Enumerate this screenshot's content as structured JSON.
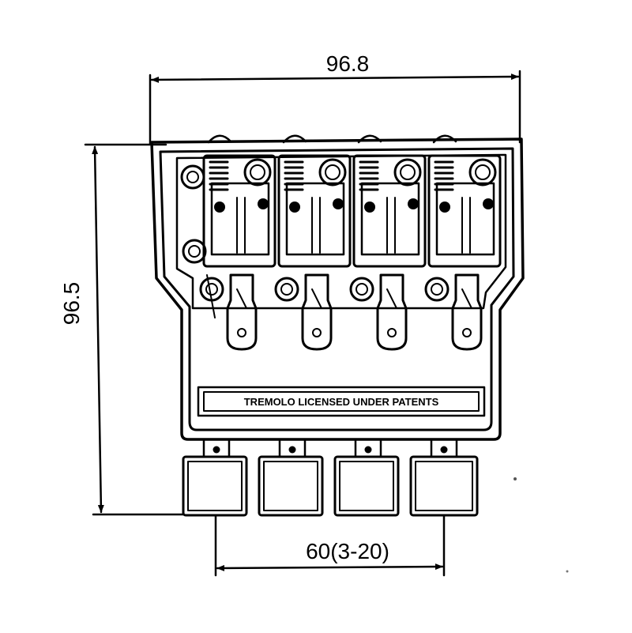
{
  "diagram": {
    "dimensions": {
      "width_label": "96.8",
      "height_label": "96.5",
      "spacing_label": "60(3-20)"
    },
    "plate_text": "TREMOLO LICENSED UNDER PATENTS",
    "saddle_count": 4
  }
}
